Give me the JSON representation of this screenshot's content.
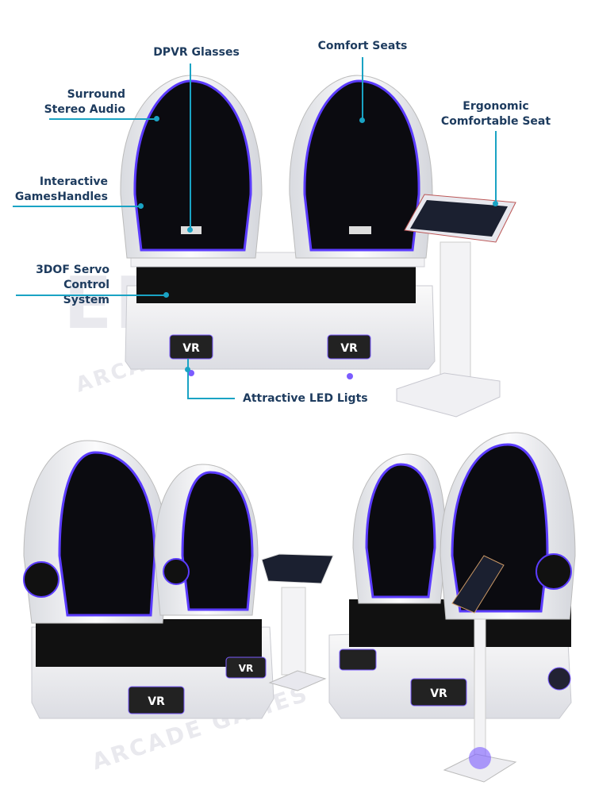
{
  "watermark": {
    "brand": "EE",
    "sub": "ARCADE GAMES"
  },
  "callouts": {
    "dpvr": "DPVR Glasses",
    "comfort_seats": "Comfort Seats",
    "surround_line1": "Surround",
    "surround_line2": "Stereo Audio",
    "ergonomic_line1": "Ergonomic",
    "ergonomic_line2": "Comfortable Seat",
    "interactive_line1": "Interactive",
    "interactive_line2": "GamesHandles",
    "servo_line1": "3DOF Servo",
    "servo_line2": "Control System",
    "led": "Attractive LED Ligts"
  },
  "badges": {
    "vr": "VR"
  },
  "colors": {
    "callout_text": "#1d3b5e",
    "leader_line": "#1aa3c4",
    "led_accent": "#5b3cff",
    "shell": "#f4f4f6",
    "seat": "#0c0c10"
  }
}
